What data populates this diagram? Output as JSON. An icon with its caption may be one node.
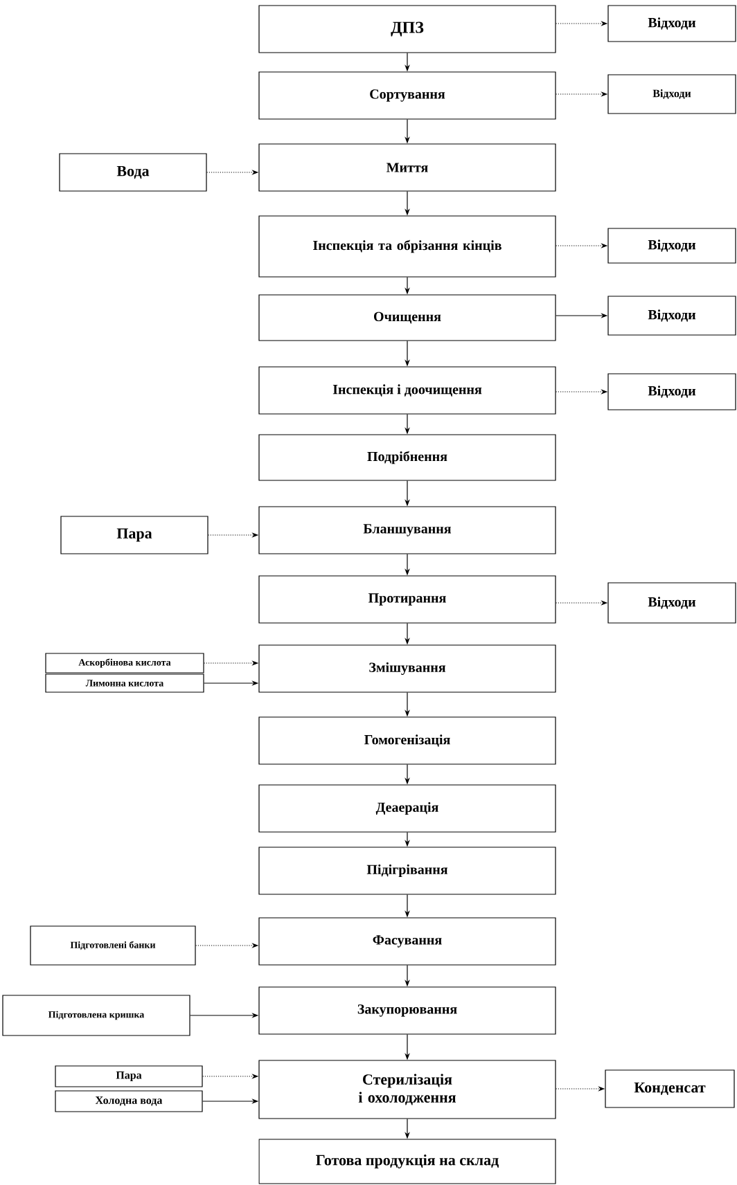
{
  "diagram": {
    "nodes": [
      {
        "text": [
          "ДПЗ"
        ]
      },
      {
        "text": [
          "Відходи"
        ]
      },
      {
        "text": [
          "Сортування"
        ]
      },
      {
        "text": [
          "Відходи"
        ]
      },
      {
        "text": [
          "Вода"
        ]
      },
      {
        "text": [
          "Миття"
        ]
      },
      {
        "text": [
          "Інспекція та обрізання кінців"
        ]
      },
      {
        "text": [
          "Відходи"
        ]
      },
      {
        "text": [
          "Очищення"
        ]
      },
      {
        "text": [
          "Відходи"
        ]
      },
      {
        "text": [
          "Інспекція і доочищення"
        ]
      },
      {
        "text": [
          "Відходи"
        ]
      },
      {
        "text": [
          "Подрібнення"
        ]
      },
      {
        "text": [
          "Пара"
        ]
      },
      {
        "text": [
          "Бланшування"
        ]
      },
      {
        "text": [
          "Протирання"
        ]
      },
      {
        "text": [
          "Відходи"
        ]
      },
      {
        "text": [
          "Аскорбінова кислота"
        ]
      },
      {
        "text": [
          "Лимонна кислота"
        ]
      },
      {
        "text": [
          "Змішування"
        ]
      },
      {
        "text": [
          "Гомогенізація"
        ]
      },
      {
        "text": [
          "Деаерація"
        ]
      },
      {
        "text": [
          "Підігрівання"
        ]
      },
      {
        "text": [
          "Підготовлені банки"
        ]
      },
      {
        "text": [
          "Фасування"
        ]
      },
      {
        "text": [
          "Підготовлена кришка"
        ]
      },
      {
        "text": [
          "Закупорювання"
        ]
      },
      {
        "text": [
          "Пара"
        ]
      },
      {
        "text": [
          "Холодна вода"
        ]
      },
      {
        "text": [
          "Стерилізація і охолодження"
        ]
      },
      {
        "text": [
          "Конденсат"
        ]
      },
      {
        "text": [
          "Готова продукція на склад"
        ]
      }
    ],
    "edges": [
      {
        "from": 0,
        "to": 1,
        "arrow": "to",
        "style": "dashed"
      },
      {
        "from": 0,
        "to": 2,
        "arrow": "to"
      },
      {
        "from": 2,
        "to": 3,
        "arrow": "to",
        "style": "dashed"
      },
      {
        "from": 2,
        "to": 5,
        "arrow": "to"
      },
      {
        "from": 4,
        "to": 5,
        "arrow": "to",
        "style": "dashed"
      },
      {
        "from": 5,
        "to": 6,
        "arrow": "to"
      },
      {
        "from": 6,
        "to": 7,
        "arrow": "to",
        "style": "dashed"
      },
      {
        "from": 6,
        "to": 8,
        "arrow": "to"
      },
      {
        "from": 8,
        "to": 9,
        "arrow": "to"
      },
      {
        "from": 8,
        "to": 10,
        "arrow": "to"
      },
      {
        "from": 10,
        "to": 11,
        "arrow": "to",
        "style": "dashed"
      },
      {
        "from": 10,
        "to": 12,
        "arrow": "to"
      },
      {
        "from": 12,
        "to": 14,
        "arrow": "to"
      },
      {
        "from": 13,
        "to": 14,
        "arrow": "to",
        "style": "dashed"
      },
      {
        "from": 14,
        "to": 15,
        "arrow": "to"
      },
      {
        "from": 15,
        "to": 16,
        "arrow": "to",
        "style": "dashed"
      },
      {
        "from": 15,
        "to": 19,
        "arrow": "to"
      },
      {
        "from": 17,
        "to": 19,
        "arrow": "to",
        "style": "dashed"
      },
      {
        "from": 18,
        "to": 19,
        "arrow": "to"
      },
      {
        "from": 19,
        "to": 20,
        "arrow": "to"
      },
      {
        "from": 20,
        "to": 21,
        "arrow": "to"
      },
      {
        "from": 21,
        "to": 22,
        "arrow": "to"
      },
      {
        "from": 22,
        "to": 24,
        "arrow": "to"
      },
      {
        "from": 23,
        "to": 24,
        "arrow": "to",
        "style": "dashed"
      },
      {
        "from": 24,
        "to": 26,
        "arrow": "to"
      },
      {
        "from": 25,
        "to": 26,
        "arrow": "to"
      },
      {
        "from": 26,
        "to": 29,
        "arrow": "to"
      },
      {
        "from": 27,
        "to": 29,
        "arrow": "to",
        "style": "dashed"
      },
      {
        "from": 28,
        "to": 29,
        "arrow": "to"
      },
      {
        "from": 29,
        "to": 30,
        "arrow": "to",
        "style": "dashed"
      },
      {
        "from": 29,
        "to": 31,
        "arrow": "to"
      }
    ]
  }
}
